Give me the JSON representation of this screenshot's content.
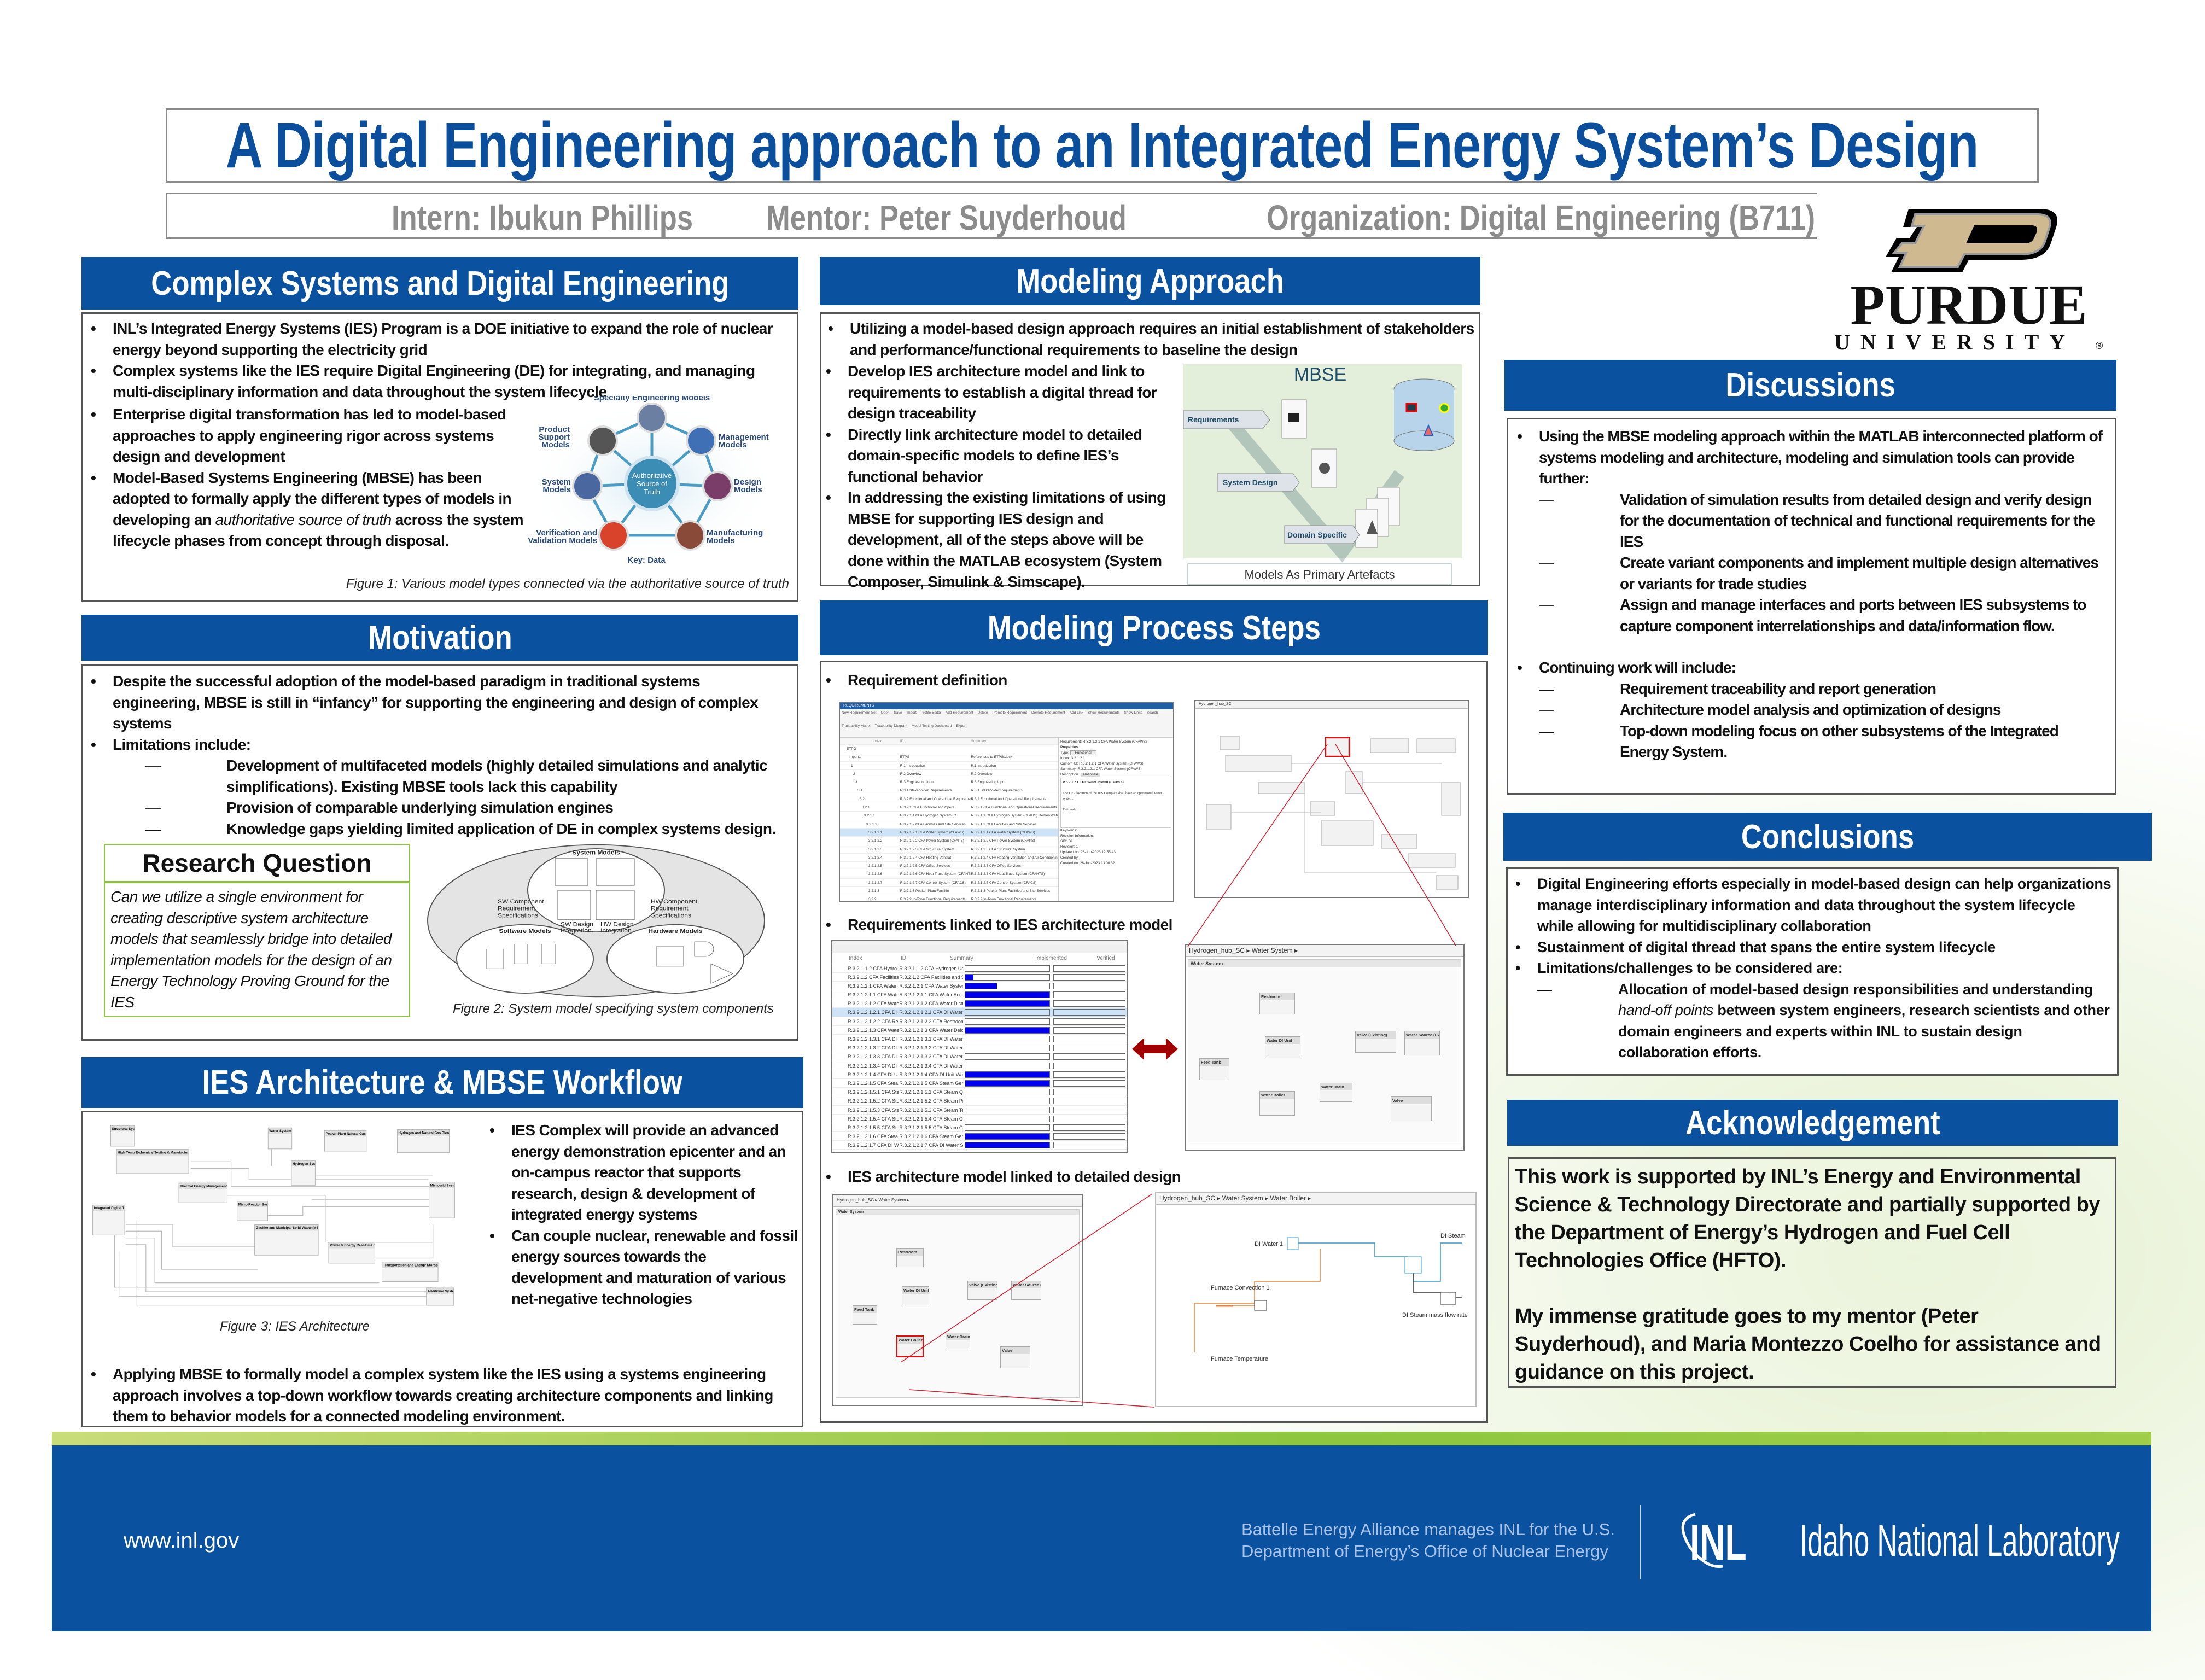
{
  "header": {
    "title": "A Digital Engineering approach to an Integrated Energy System’s Design",
    "intern": "Intern: Ibukun Phillips",
    "mentor": "Mentor: Peter Suyderhoud",
    "organization": "Organization: Digital Engineering (B711)"
  },
  "purdue": {
    "name": "PURDUE",
    "sub": "UNIVERSITY",
    "reg": "®",
    "colors": {
      "gold": "#CFB991",
      "black": "#000000"
    }
  },
  "colors": {
    "title": "#0B4F9C",
    "header_bg": "#0A52A0",
    "footer_bg": "#0A52A0",
    "stripe": "#8DC63F",
    "subtitle": "#8C8C8C"
  },
  "complex": {
    "heading": "Complex Systems and Digital Engineering",
    "bullets": [
      "INL’s Integrated Energy Systems (IES) Program is a DOE initiative to expand the role of nuclear energy beyond supporting the electricity grid",
      "Complex systems like the IES require Digital Engineering (DE) for integrating, and managing multi-disciplinary information and data throughout the system lifecycle",
      "Enterprise digital transformation has led to model-based approaches to apply engineering rigor across systems design and development"
    ],
    "b4_pre": "Model-Based Systems Engineering (MBSE) has been adopted to formally apply the different types of models in developing an ",
    "b4_em": "authoritative source of truth",
    "b4_post": " across the system lifecycle phases from concept through disposal.",
    "fig1": {
      "center": [
        "Authoritative",
        "Source of",
        "Truth"
      ],
      "specialty": "Specialty Engineering Models",
      "product": [
        "Product",
        "Support",
        "Models"
      ],
      "management": [
        "Management",
        "Models"
      ],
      "system": [
        "System",
        "Models"
      ],
      "design": [
        "Design",
        "Models"
      ],
      "vv": [
        "Verification and",
        "Validation Models"
      ],
      "manufacturing": [
        "Manufacturing",
        "Models"
      ],
      "key": "Key: Data"
    },
    "caption": "Figure 1: Various model types connected via the authoritative source of truth"
  },
  "modeling": {
    "heading": "Modeling Approach",
    "lead": "Utilizing a model-based design approach requires an initial establishment of stakeholders and performance/functional requirements to baseline the design",
    "bullets": [
      "Develop IES architecture model and link to requirements to establish a digital thread for design traceability",
      "Directly link architecture model to detailed domain-specific models to define IES’s functional behavior",
      "In addressing the existing limitations of using MBSE for supporting IES design and development, all of the steps above will be done within the MATLAB ecosystem (System Composer, Simulink & Simscape)."
    ],
    "mbse": {
      "title": "MBSE",
      "requirements": "Requirements",
      "system_design": "System Design",
      "domain_specific": "Domain Specific",
      "caption": "Models As Primary Artefacts"
    }
  },
  "motivation": {
    "heading": "Motivation",
    "bullets": [
      "Despite the successful adoption of the model-based paradigm in traditional systems engineering, MBSE is still in “infancy” for supporting the engineering and design of complex systems",
      "Limitations include:"
    ],
    "limits": [
      "Development of multifaceted models (highly detailed simulations and analytic simplifications). Existing MBSE tools lack this capability",
      "Provision of comparable underlying simulation engines",
      "Knowledge gaps yielding limited application of DE in complex systems design."
    ],
    "rq_title": "Research Question",
    "rq_text": "Can we utilize a single environment for creating descriptive system architecture models that seamlessly bridge into detailed implementation models for the design of an Energy Technology Proving Ground for the IES",
    "fig2": {
      "system": "System Models",
      "software": "Software Models",
      "hardware": "Hardware Models",
      "sw_req": [
        "SW Component",
        "Requirement",
        "Specifications"
      ],
      "hw_req": [
        "HW Component",
        "Requirement",
        "Specifications"
      ],
      "sw_int": [
        "SW Design",
        "Integration"
      ],
      "hw_int": [
        "HW Design",
        "Integration"
      ]
    },
    "caption": "Figure 2: System model specifying system components"
  },
  "architecture": {
    "heading": "IES Architecture & MBSE Workflow",
    "blocks": [
      "Structural System",
      "Water System",
      "Peaker Plant Natural Gas System",
      "Hydrogen and Natural Gas Blending Skid",
      "High Temp E-chemical Testing & Manufacturing System",
      "Hydrogen System",
      "Thermal Energy Management System",
      "Microgrid System",
      "Integrated Digital Twin",
      "Micro-Reactor System",
      "Gasifier and Municipal Solid Waste (MSW) System",
      "Power & Energy Real-Time System",
      "Transportation and Energy Storage System",
      "Additional Systems"
    ],
    "caption": "Figure 3: IES Architecture",
    "side_bullets": [
      "IES Complex will provide an advanced energy demonstration epicenter and an on-campus reactor that supports research, design & development of integrated energy systems",
      "Can couple nuclear, renewable and fossil energy sources towards the development and maturation of various net-negative technologies"
    ],
    "bottom_bullet": "Applying MBSE to formally model a complex system like the IES using a systems engineering approach involves a top-down workflow towards creating architecture components and linking them to behavior models for a connected modeling environment."
  },
  "process": {
    "heading": "Modeling Process Steps",
    "step1": "Requirement definition",
    "step2": "Requirements linked to IES architecture model",
    "step3": "IES architecture model linked to detailed design",
    "req_editor": {
      "tab": "REQUIREMENTS",
      "tools": [
        "New Requirement Set",
        "Open",
        "Save",
        "Import",
        "Profile Editor",
        "Add Requirement",
        "Delete",
        "Promote Requirement",
        "Demote Requirement",
        "Add Link",
        "Show Requirements",
        "Show Links",
        "Search",
        "Traceability Matrix",
        "Traceability Diagram",
        "Model Testing Dashboard",
        "Export"
      ],
      "cols": [
        "Index",
        "ID",
        "Summary"
      ],
      "rows": [
        [
          "ETPG",
          "",
          ""
        ],
        [
          "Import1",
          "ETPG",
          "References to ETPG.docx"
        ],
        [
          "1",
          "R.1 Introduction",
          "R.1 Introduction"
        ],
        [
          "2",
          "R.2 Overview",
          "R.2 Overview"
        ],
        [
          "3",
          "R.3 Engineering Input",
          "R.3 Engineering Input"
        ],
        [
          "3.1",
          "R.3.1 Stakeholder Requirements",
          "R.3.1 Stakeholder Requirements"
        ],
        [
          "3.2",
          "R.3.2 Functional and Operational Requirements",
          "R.3.2 Functional and Operational Requirements"
        ],
        [
          "3.2.1",
          "R.3.2.1 CFA Functional and Opera",
          "R.3.2.1 CFA Functional and Operational Requirements"
        ],
        [
          "3.2.1.1",
          "R.3.2.1.1 CFA Hydrogen System (C",
          "R.3.2.1.1 CFA Hydrogen System (CFAHS) Demonstration"
        ],
        [
          "3.2.1.2",
          "R.3.2.1.2 CFA Facilities and Site Services",
          "R.3.2.1.2 CFA Facilities and Site Services"
        ],
        [
          "3.2.1.2.1",
          "R.3.2.1.2.1 CFA Water System (CFAWS)",
          "R.3.2.1.2.1 CFA Water System (CFAWS)"
        ],
        [
          "3.2.1.2.2",
          "R.3.2.1.2.2 CFA Power System (CFAPS)",
          "R.3.2.1.2.2 CFA Power System (CFAPS)"
        ],
        [
          "3.2.1.2.3",
          "R.3.2.1.2.3 CFA Structural System",
          "R.3.2.1.2.3 CFA Structural System"
        ],
        [
          "3.2.1.2.4",
          "R.3.2.1.2.4 CFA Heating Ventilat",
          "R.3.2.1.2.4 CFA Heating Ventilation and Air Conditioning"
        ],
        [
          "3.2.1.2.5",
          "R.3.2.1.2.5 CFA Office Services",
          "R.3.2.1.2.5 CFA Office Services"
        ],
        [
          "3.2.1.2.6",
          "R.3.2.1.2.6 CFA Heat Trace System (CFAHTS)",
          "R.3.2.1.2.6 CFA Heat Trace System (CFAHTS)"
        ],
        [
          "3.2.1.2.7",
          "R.3.2.1.2.7 CFA Control System (CFACS)",
          "R.3.2.1.2.7 CFA Control System (CFACS)"
        ],
        [
          "3.2.1.3",
          "R.3.2.1.3 Peaker Plant Facilitie",
          "R.3.2.1.3 Peaker Plant Facilities and Site Services"
        ],
        [
          "3.2.2",
          "R.3.2.2 In-Town Functional Requirements",
          "R.3.2.2 In-Town Functional Requirements"
        ]
      ],
      "selected_row": 10,
      "props": {
        "requirement": "Requirement: R.3.2.1.2.1 CFA Water System (CFAWS)",
        "section": "Properties",
        "type_label": "Type:",
        "type": "Functional",
        "index": "Index: 3.2.1.2.1",
        "custom_id": "Custom ID: R.3.2.1.2.1 CFA Water System (CFAWS)",
        "summary": "Summary: R.3.2.1.2.1 CFA Water System (CFAWS)",
        "desc_tab": "Description",
        "rat_tab": "Rationale",
        "desc_title": "R.3.2.1.2.1 CFA Water System (CFAWS)",
        "desc_body": "The CFA location of the IES Complex shall have an operational water system.",
        "rationale": "Rationale:",
        "keywords": "Keywords:",
        "revision": "Revision Information:",
        "sid": "SID: 66",
        "rev": "Revision: 1",
        "updated": "Updated on: 28-Jun-2023 12:55:43",
        "created_by": "Created by:",
        "created_on": "Created on: 28-Jun-2023 13:00:32"
      }
    },
    "arch_crumb": [
      "Hydrogen_hub_SC"
    ],
    "link_table": {
      "cols": [
        "Index",
        "ID",
        "Summary",
        "Implemented",
        "Verified"
      ],
      "rows": [
        [
          "R.3.2.1.1.2 CFA Hydro...",
          "R.3.2.1.1.2 CFA Hydrogen Us...",
          0
        ],
        [
          "R.3.2.1.2 CFA Facilities and Sit...",
          "R.3.2.1.2 CFA Facilities and Sit...",
          0.1
        ],
        [
          "R.3.2.1.2.1 CFA Water ...",
          "R.3.2.1.2.1 CFA Water System...",
          0.38
        ],
        [
          "R.3.2.1.2.1.1 CFA Wate...",
          "R.3.2.1.2.1.1 CFA Water Access",
          1
        ],
        [
          "R.3.2.1.2.1.2 CFA Wate...",
          "R.3.2.1.2.1.2 CFA Water Distri...",
          1
        ],
        [
          "R.3.2.1.2.1.2.1 CFA DI ...",
          "R.3.2.1.2.1.2.1 CFA DI Water ...",
          0
        ],
        [
          "R.3.2.1.2.1.2.2 CFA Re...",
          "R.3.2.1.2.1.2.2 CFA Restroom...",
          0
        ],
        [
          "R.3.2.1.2.1.3 CFA Wate...",
          "R.3.2.1.2.1.3 CFA Water Deio...",
          1
        ],
        [
          "R.3.2.1.2.1.3.1 CFA DI ...",
          "R.3.2.1.2.1.3.1 CFA DI Water ...",
          0
        ],
        [
          "R.3.2.1.2.1.3.2 CFA DI ...",
          "R.3.2.1.2.1.3.2 CFA DI Water ...",
          0
        ],
        [
          "R.3.2.1.2.1.3.3 CFA DI ...",
          "R.3.2.1.2.1.3.3 CFA DI Water ...",
          0
        ],
        [
          "R.3.2.1.2.1.3.4 CFA DI ...",
          "R.3.2.1.2.1.3.4 CFA DI Water ...",
          0
        ],
        [
          "R.3.2.1.2.1.4 CFA DI U...",
          "R.3.2.1.2.1.4 CFA DI Unit Wat...",
          1
        ],
        [
          "R.3.2.1.2.1.5 CFA Stea...",
          "R.3.2.1.2.1.5 CFA Steam Gene...",
          1
        ],
        [
          "R.3.2.1.2.1.5.1 CFA Ste...",
          "R.3.2.1.2.1.5.1 CFA Steam Qu...",
          0
        ],
        [
          "R.3.2.1.2.1.5.2 CFA Ste...",
          "R.3.2.1.2.1.5.2 CFA Steam Pre...",
          0
        ],
        [
          "R.3.2.1.2.1.5.3 CFA Ste...",
          "R.3.2.1.2.1.5.3 CFA Steam Te...",
          0
        ],
        [
          "R.3.2.1.2.1.5.4 CFA Ste...",
          "R.3.2.1.2.1.5.4 CFA Steam Co...",
          0
        ],
        [
          "R.3.2.1.2.1.5.5 CFA Ste...",
          "R.3.2.1.2.1.5.5 CFA Steam Ge...",
          0
        ],
        [
          "R.3.2.1.2.1.6 CFA Stea...",
          "R.3.2.1.2.1.6 CFA Steam Gene...",
          1
        ],
        [
          "R.3.2.1.2.1.7 CFA DI W...",
          "R.3.2.1.2.1.7 CFA DI Water St...",
          1
        ]
      ]
    },
    "water": {
      "crumb": [
        "Hydrogen_hub_SC",
        "Water System"
      ],
      "title": "Water System",
      "blocks": [
        "Restroom",
        "Water DI Unit",
        "Feed Tank",
        "Water Boiler",
        "Water Drain",
        "Valve (Existing)",
        "Water Source (Existing)",
        "Valve"
      ]
    },
    "boiler": {
      "crumb": [
        "Hydrogen_hub_SC",
        "Water System",
        "Water Boiler"
      ],
      "labels": [
        "DI Water 1",
        "DI Steam",
        "Furnace Convection 1",
        "Furnace Temperature",
        "DI Steam mass flow rate"
      ]
    }
  },
  "discussions": {
    "heading": "Discussions",
    "b1": "Using the MBSE modeling approach within the MATLAB interconnected platform of systems modeling and architecture, modeling and simulation tools can provide further:",
    "b1_items": [
      "Validation of simulation results from detailed design and verify design for the documentation of technical and functional requirements for the IES",
      "Create variant components and implement multiple design alternatives or variants for trade studies",
      "Assign and manage interfaces and ports between IES subsystems to capture component interrelationships and data/information flow."
    ],
    "b2": "Continuing work will include:",
    "b2_items": [
      "Requirement traceability and report generation",
      "Architecture model analysis and optimization of designs",
      "Top-down modeling focus on other subsystems of the Integrated Energy System."
    ]
  },
  "conclusions": {
    "heading": "Conclusions",
    "bullets": [
      "Digital Engineering efforts especially in model-based design can help organizations manage interdisciplinary  information and data throughout the system lifecycle while allowing for multidisciplinary collaboration",
      "Sustainment of digital thread that spans the entire system lifecycle",
      "Limitations/challenges to be considered are:"
    ],
    "sub_pre": "Allocation of model-based design responsibilities and understanding ",
    "sub_em": "hand-off points",
    "sub_post": " between system engineers, research scientists and other domain engineers and experts within INL to sustain design collaboration efforts."
  },
  "acknowledgement": {
    "heading": "Acknowledgement",
    "p1": "This work is supported by INL’s Energy and Environmental Science & Technology Directorate and partially supported by the Department of Energy’s Hydrogen and Fuel Cell Technologies Office (HFTO).",
    "p2": "My immense gratitude goes to my mentor (Peter Suyderhoud), and Maria Montezzo Coelho for assistance and guidance on this project."
  },
  "footer": {
    "url": "www.inl.gov",
    "battelle_1": "Battelle Energy Alliance manages INL for the U.S.",
    "battelle_2": "Department of Energy’s Office of Nuclear Energy",
    "inl_logo": "INL",
    "lab_name": "Idaho National Laboratory"
  }
}
